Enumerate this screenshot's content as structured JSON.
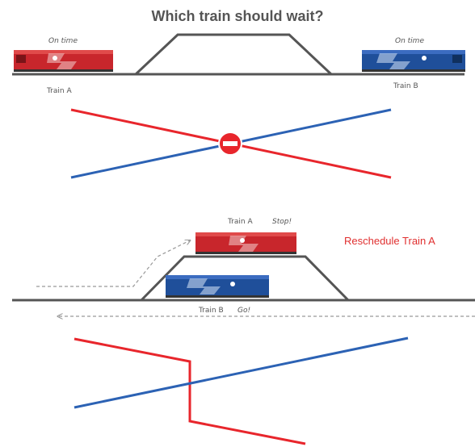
{
  "title": "Which train should wait?",
  "top_scene": {
    "train_a": {
      "status": "On time",
      "label": "Train A",
      "color": "#c8262c"
    },
    "train_b": {
      "status": "On time",
      "label": "Train  B",
      "color": "#1f4f9a"
    }
  },
  "bottom_scene": {
    "train_a": {
      "label": "Train A",
      "command": "Stop!"
    },
    "train_b": {
      "label": "Train  B",
      "command": "Go!"
    },
    "decision": "Reschedule Train A"
  },
  "colors": {
    "track": "#555555",
    "train_a_line": "#e8262c",
    "train_b_line": "#2c62b4",
    "stop_sign": "#e8262c"
  },
  "icons": [
    "stop-sign-icon",
    "train-a-locomotive",
    "train-b-locomotive"
  ]
}
